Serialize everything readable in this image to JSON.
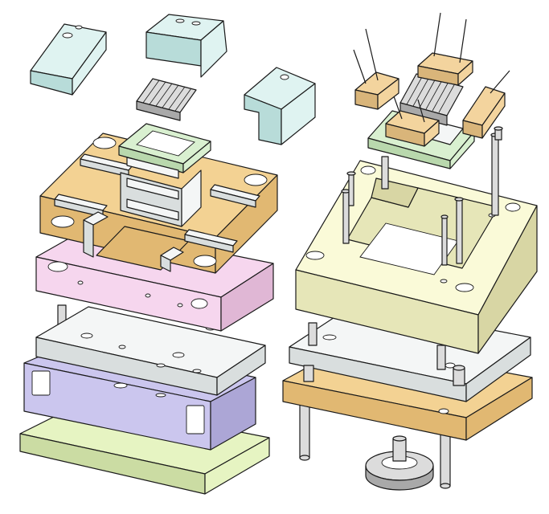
{
  "colors": {
    "white": "#f4f6f6",
    "white_side": "#d9dede",
    "white_dark": "#c4cccc",
    "orange": "#f3d293",
    "orange_side": "#e1b872",
    "pink": "#f6d6ee",
    "pink_side": "#e0b7d5",
    "purple": "#cbc6ee",
    "purple_side": "#aca6d6",
    "lime": "#e6f4c2",
    "lime_side": "#cbdca3",
    "cyan": "#dff3f1",
    "cyan_side": "#b8dcd9",
    "cream": "#fafad8",
    "cream_side": "#e6e6b8",
    "cream_dark": "#d8d6a4",
    "green": "#d9f0d0",
    "green_side": "#b9d8ad",
    "tan": "#f3d49e",
    "tan_side": "#d9b57a",
    "steel": "#dcdcdc",
    "steel_dark": "#a9a9a9",
    "grey": "#9a9a9a"
  },
  "components": {
    "left_stack": {
      "slider_block_a": "slider-block",
      "slider_block_b": "slider-block",
      "slider_block_c": "slider-block",
      "core_insert": "core-insert",
      "a_plate": "a-plate",
      "stripper_plate": "stripper-plate",
      "b_plate": "b-plate",
      "support_block": "support-block",
      "bottom_clamp_plate": "bottom-clamp-plate"
    },
    "right_stack": {
      "slides": "slide-assembly",
      "cavity_plate": "cavity-plate",
      "ejector_plate": "ejector-plate",
      "base_plate": "base-plate",
      "locating_ring": "locating-ring"
    }
  }
}
